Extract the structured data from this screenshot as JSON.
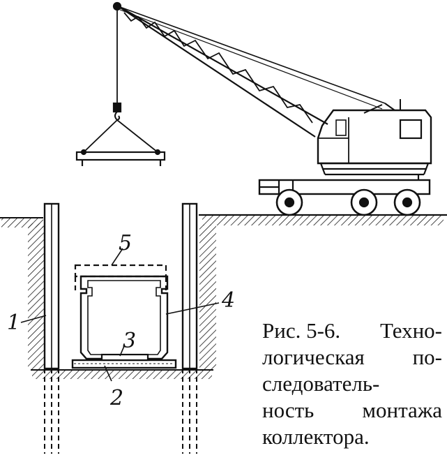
{
  "figure": {
    "labels": {
      "pile_wall": "1",
      "base_slab": "2",
      "bottom_element": "3",
      "collector_section": "4",
      "next_section_outline": "5"
    },
    "caption": {
      "line1_a": "Рис. 5-6.",
      "line1_b": "Техно-",
      "line2_a": "логическая",
      "line2_b": "по-",
      "line3": "следователь-",
      "line4_a": "ность",
      "line4_b": "монтажа",
      "line5": "коллектора."
    }
  }
}
